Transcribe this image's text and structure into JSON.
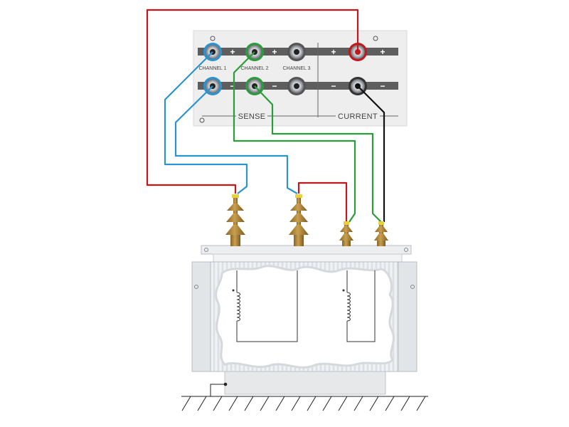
{
  "panel": {
    "channels": [
      "CHANNEL 1",
      "CHANNEL 2",
      "CHANNEL 3"
    ],
    "sense_label": "SENSE",
    "current_label": "CURRENT",
    "plus_sign": "+",
    "minus_sign": "−"
  },
  "colors": {
    "current_positive_lead": "#c4161c",
    "current_negative_lead": "#111111",
    "channel1_lead": "#2b93cf",
    "channel2_lead": "#2a9d3a",
    "bushing": "#b58b3a",
    "bushing_cap": "#e8d13a"
  },
  "icons": [
    "banana-jack",
    "bushing",
    "winding-coil",
    "ground-symbol"
  ]
}
